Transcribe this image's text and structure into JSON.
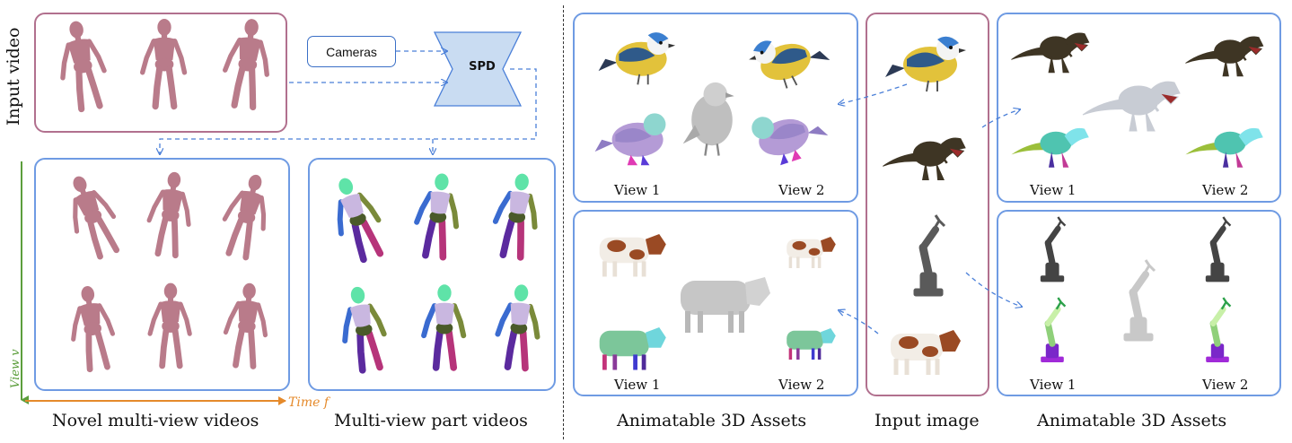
{
  "left_panel": {
    "input_video_label": "Input video",
    "cameras_label": "Cameras",
    "spd_label": "SPD",
    "view_axis_label": "View v",
    "time_axis_label": "Time f",
    "caption_novel": "Novel multi-view videos",
    "caption_parts": "Multi-view part videos"
  },
  "right_panel": {
    "caption_assets_left": "Animatable 3D Assets",
    "caption_input_image": "Input image",
    "caption_assets_right": "Animatable 3D Assets",
    "view1": "View 1",
    "view2": "View 2"
  },
  "colors": {
    "blue_frame": "#6f9be3",
    "pink_frame": "#b1708e",
    "arrow": "#4a7fd8",
    "view_axis": "#5c9e3c",
    "time_axis": "#e58a2b",
    "spd_fill": "#c9dcf2"
  },
  "icons": [
    "mannequin",
    "part-segmented-mannequin",
    "bird",
    "tyrannosaurus",
    "robot-arm",
    "cow"
  ]
}
